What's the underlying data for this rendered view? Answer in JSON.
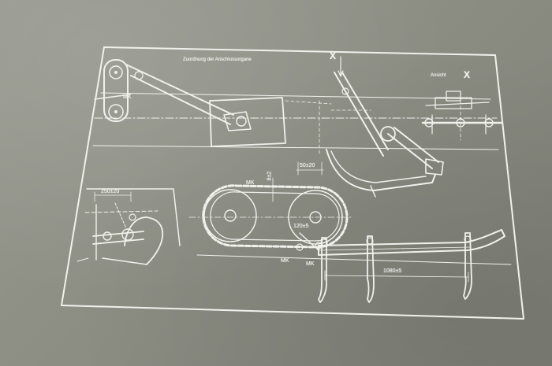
{
  "sheet": {
    "title": "Zuordnung der Anschlussorgane",
    "view_label": "Ansicht",
    "view_marker": "X",
    "top_marker": "X",
    "marks": {
      "mk_left": "MK",
      "mk_belt": "MK",
      "mk_lower_a": "MK",
      "mk_lower_b": "MK",
      "dim_left": "250±20",
      "dim_mid": "50±20",
      "dim_small": "120±5",
      "dim_bottom": "1080±5",
      "dim_vertical": "8±2"
    }
  }
}
